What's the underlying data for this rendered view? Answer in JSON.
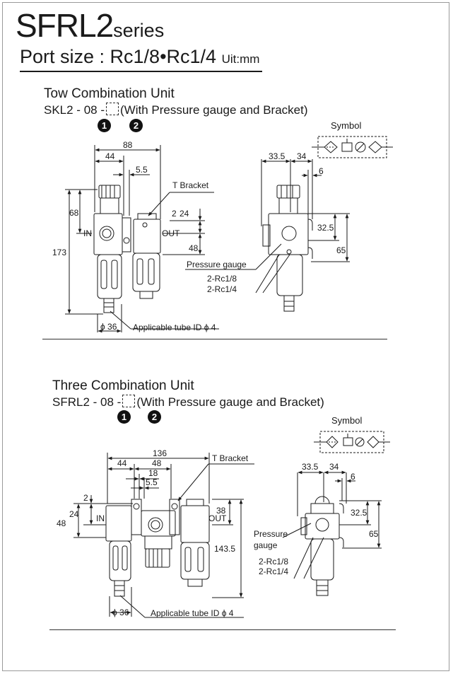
{
  "header": {
    "series_main": "SFRL2",
    "series_suffix": "series",
    "port_size": "Port size : Rc1/8•Rc1/4",
    "unit": "Uit:mm"
  },
  "two_unit": {
    "title": "Tow Combination Unit",
    "code_prefix": "SKL2 - 08 -",
    "code_suffix": "(With Pressure gauge and Bracket)",
    "badge1": "1",
    "badge2": "2",
    "symbol_label": "Symbol",
    "dims": {
      "d88": "88",
      "d44": "44",
      "d5_5": "5.5",
      "d68": "68",
      "d173": "173",
      "d2": "2",
      "d24": "24",
      "d48": "48",
      "d36": "ϕ 36",
      "d33_5": "33.5",
      "d34": "34",
      "d6": "6",
      "d32_5": "32.5",
      "d65": "65"
    },
    "labels": {
      "t_bracket": "T  Bracket",
      "in": "IN",
      "out": "OUT",
      "pressure_gauge": "Pressure gauge",
      "rc18": "2-Rc1/8",
      "rc14": "2-Rc1/4",
      "tube": "Applicable tube ID ϕ 4"
    }
  },
  "three_unit": {
    "title": "Three Combination Unit",
    "code_prefix": "SFRL2 - 08 -",
    "code_suffix": "(With Pressure gauge and Bracket)",
    "badge1": "1",
    "badge2": "2",
    "symbol_label": "Symbol",
    "dims": {
      "d136": "136",
      "d44": "44",
      "d48": "48",
      "d18": "18",
      "d5_5": "5.5",
      "d2": "2",
      "d24": "24",
      "d48v": "48",
      "d38": "38",
      "d143_5": "143.5",
      "d36": "ϕ 36",
      "d33_5": "33.5",
      "d34": "34",
      "d6": "6",
      "d32_5": "32.5",
      "d65": "65"
    },
    "labels": {
      "t_bracket": "T  Bracket",
      "in": "IN",
      "out": "OUT",
      "pressure": "Pressure",
      "gauge": "gauge",
      "rc18": "2-Rc1/8",
      "rc14": "2-Rc1/4",
      "tube": "Applicable tube ID ϕ 4"
    }
  }
}
